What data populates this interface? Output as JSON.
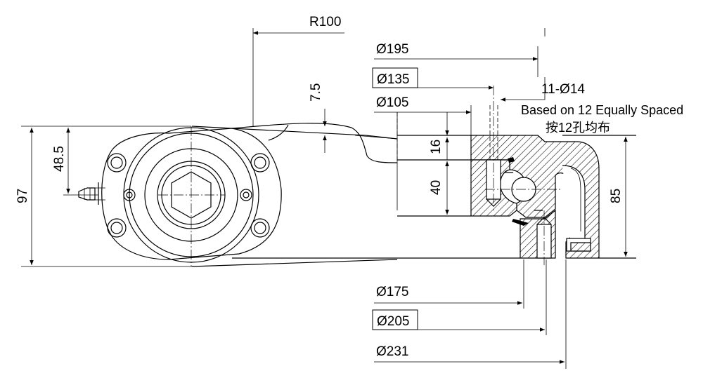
{
  "dimensions": {
    "r100": "R100",
    "d195": "Ø195",
    "d135": "Ø135",
    "holes": "11-Ø14",
    "d105": "Ø105",
    "gap_7_5": "7.5",
    "h_48_5": "48.5",
    "h_97": "97",
    "h_16": "16",
    "h_40": "40",
    "h_85": "85",
    "d175": "Ø175",
    "d205": "Ø205",
    "d231": "Ø231"
  },
  "notes": {
    "spacing_en": "Based on 12 Equally Spaced",
    "spacing_cn": "按12孔均布"
  }
}
